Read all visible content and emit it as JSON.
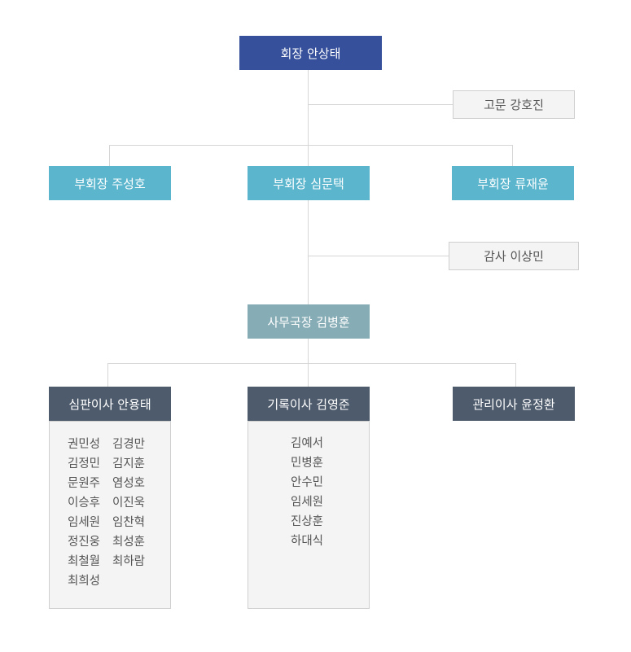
{
  "chairman": "회장 안상태",
  "advisor": "고문 강호진",
  "vice_presidents": [
    "부회장 주성호",
    "부회장 심문택",
    "부회장 류재윤"
  ],
  "auditor": "감사 이상민",
  "secretary_general": "사무국장 김병훈",
  "directors": [
    {
      "title": "심판이사 안용태",
      "members_col1": [
        "권민성",
        "김정민",
        "문원주",
        "이승후",
        "임세원",
        "정진웅",
        "최철월",
        "최희성"
      ],
      "members_col2": [
        "김경만",
        "김지훈",
        "염성호",
        "이진욱",
        "임찬혁",
        "최성훈",
        "최하람"
      ]
    },
    {
      "title": "기록이사 김영준",
      "members_col1": [
        "김예서",
        "민병훈",
        "안수민",
        "임세원",
        "진상훈",
        "하대식"
      ]
    },
    {
      "title": "관리이사 윤정환"
    }
  ],
  "colors": {
    "chairman": "#36509b",
    "vice_president": "#5ab5cd",
    "secretary_general": "#86acb6",
    "director": "#4e5b6c",
    "advisor_box": "#f4f4f4",
    "connector": "#d6d6d6"
  }
}
